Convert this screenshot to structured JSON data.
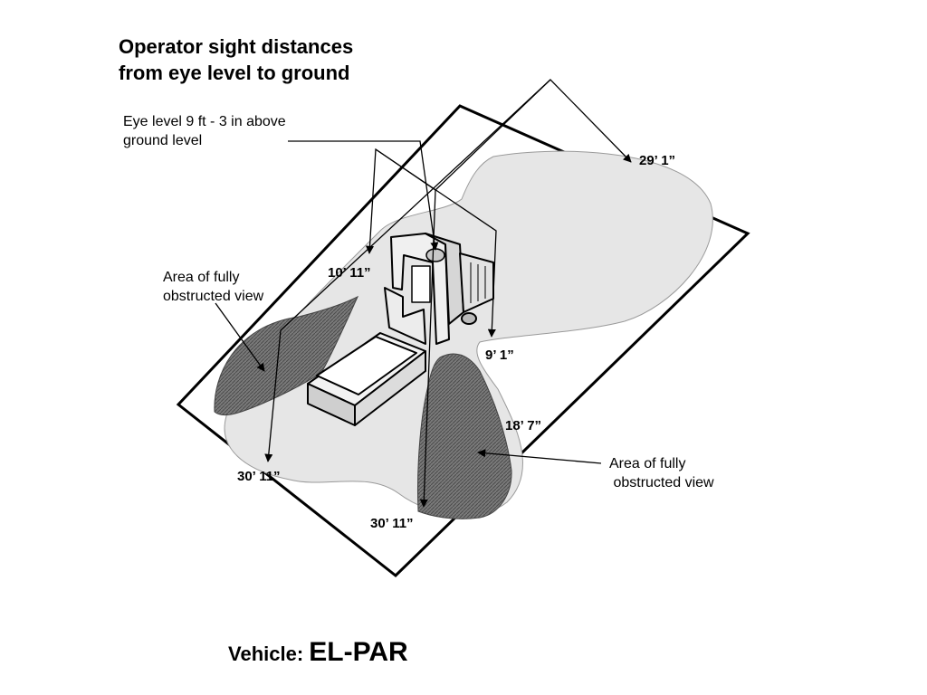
{
  "title": {
    "line1": "Operator sight distances",
    "line2": "from  eye level to ground"
  },
  "eye_level": {
    "line1": "Eye level 9 ft - 3 in above",
    "line2": "ground level"
  },
  "obstructed_left": {
    "line1": "Area of fully",
    "line2": "obstructed view"
  },
  "obstructed_right": {
    "line1": "Area of fully",
    "line2": " obstructed view"
  },
  "distances": {
    "far_right": "29’ 1”",
    "upper_left": "10’ 11”",
    "right_near": "9’ 1”",
    "right_mid": "18’ 7”",
    "left_far": "30’ 11”",
    "bottom_far": "30’ 11”"
  },
  "vehicle": {
    "label": "Vehicle: ",
    "name": "EL-PAR"
  },
  "colors": {
    "visible_area": "#e6e6e6",
    "obstructed_area": "#6e6e6e",
    "outline": "#000000"
  }
}
